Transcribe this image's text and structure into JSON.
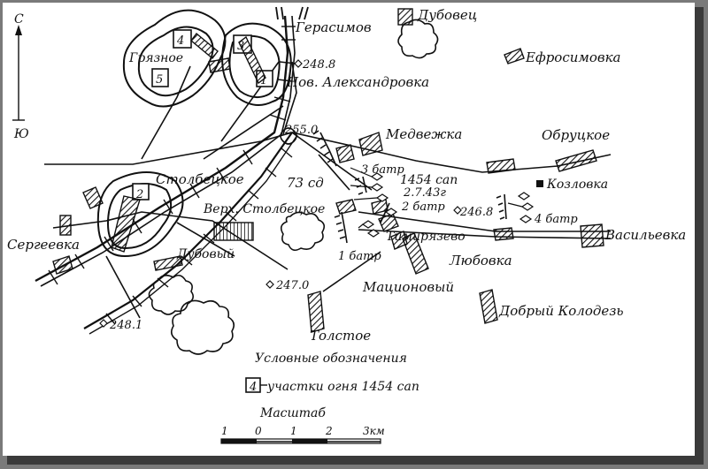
{
  "compass": {
    "north": "С",
    "south": "Ю"
  },
  "places": {
    "gerasimov": "Герасимов",
    "dubovets": "Дубовец",
    "efrosimovka": "Ефросимовка",
    "gryaznoe": "Грязное",
    "nov_aleksandrovka": "Нов. Александровка",
    "medvezhka": "Медвежка",
    "obruchkoe": "Обруцкое",
    "kozlovka": "Козловка",
    "stoltsetskoe": "Столбецкое",
    "verkh_stoltsetskoe": "Верх. Столбецкое",
    "sergeevka": "Сергеевка",
    "dubovy": "Дубовый",
    "timiryazevo": "Тимирязево",
    "vasilevka": "Васильевка",
    "lyubovka": "Любовка",
    "matsionovy": "Мационовый",
    "dobry_kolodez": "Добрый Колодезь",
    "tolstoe": "Толстое"
  },
  "heights": {
    "h248_8": "248.8",
    "h255_0": "255.0",
    "h246_8": "246.8",
    "h247_0": "247.0",
    "h248_1": "248.1"
  },
  "units": {
    "division": "73 сд",
    "bat3": "3 батр",
    "regiment": "1454 сап",
    "date": "2.7.43г",
    "bat2": "2 батр",
    "bat4": "4 батр",
    "bat1": "1 батр"
  },
  "fire_areas": [
    "1",
    "2",
    "3",
    "4",
    "5"
  ],
  "legend": {
    "title": "Условные обозначения",
    "symbol": "4",
    "text": "участки огня 1454 сап"
  },
  "scale": {
    "title": "Масштаб",
    "ticks": [
      "1",
      "0",
      "1",
      "2",
      "3км"
    ]
  }
}
